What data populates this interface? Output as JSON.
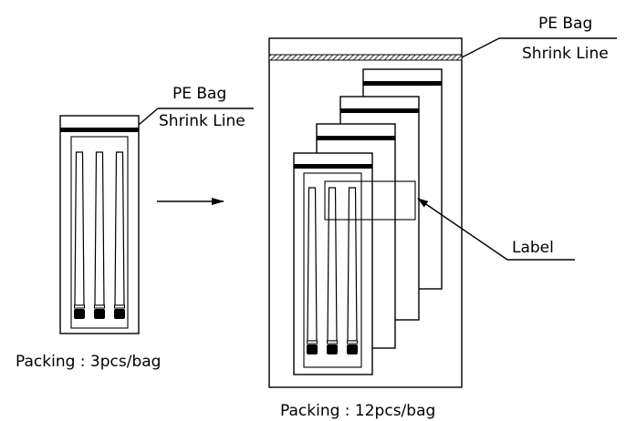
{
  "diagram": {
    "small_bag": {
      "pe_bag_label": "PE  Bag",
      "shrink_line_label": "Shrink Line",
      "packing_caption": "Packing : 3pcs/bag"
    },
    "large_bag": {
      "pe_bag_label": "PE  Bag",
      "shrink_line_label": "Shrink Line",
      "label_callout": "Label",
      "packing_caption": "Packing : 12pcs/bag"
    }
  }
}
